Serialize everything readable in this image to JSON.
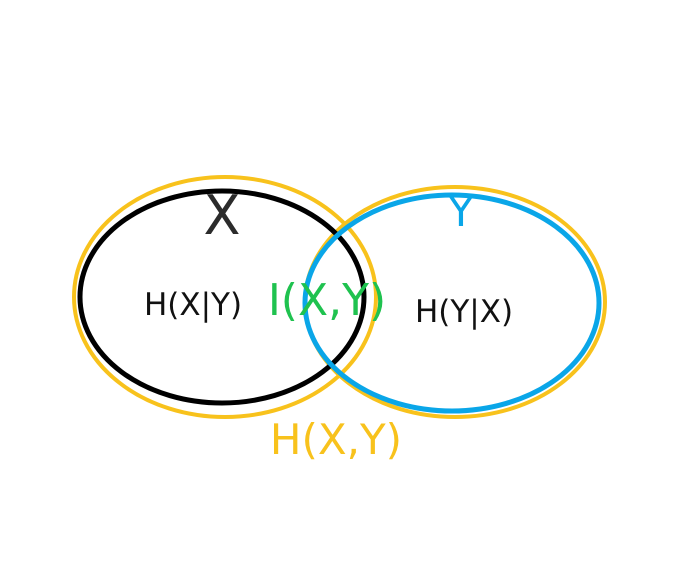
{
  "diagram": {
    "labels": {
      "x": "X",
      "y": "Y",
      "h_x_given_y": "H(X|Y)",
      "h_y_given_x": "H(Y|X)",
      "mutual_information": "I(X,Y)",
      "joint_entropy": "H(X,Y)"
    },
    "colors": {
      "x_set": "#000000",
      "x_label": "#2b2b2b",
      "y_set": "#0aa6e8",
      "mutual_information": "#1fc24f",
      "joint_entropy": "#f8c21c",
      "conditional_text": "#111111",
      "background": "#ffffff"
    }
  }
}
